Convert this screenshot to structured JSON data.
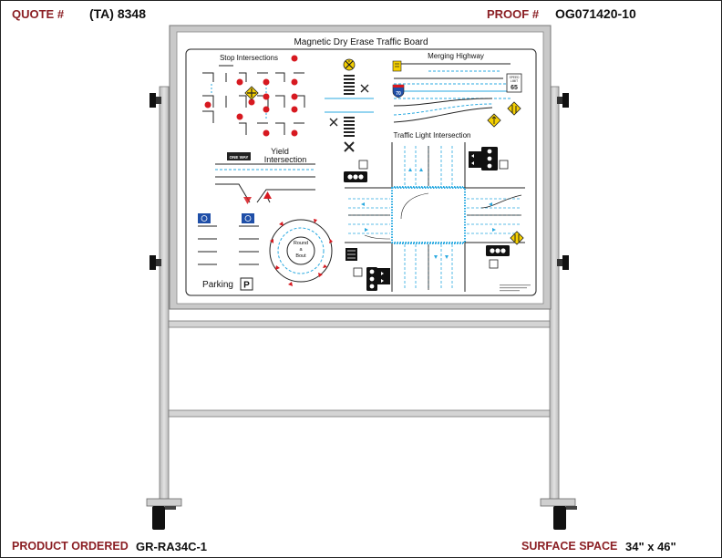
{
  "header": {
    "quote_label": "QUOTE #",
    "quote_value": "(TA) 8348",
    "proof_label": "PROOF #",
    "proof_value": "OG071420-10"
  },
  "footer": {
    "product_label": "PRODUCT ORDERED",
    "product_value": "GR-RA34C-1",
    "surface_label": "SURFACE SPACE",
    "surface_value": "34\" x 46\""
  },
  "board": {
    "title": "Magnetic Dry Erase Traffic Board",
    "sections": {
      "stop": "Stop Intersections",
      "merging": "Merging Highway",
      "yield_line1": "Yield",
      "yield_line2": "Intersection",
      "traffic_light": "Traffic Light Intersection",
      "parking": "Parking",
      "parking_sign": "P",
      "roundabout_line1": "Round",
      "roundabout_line2": "a",
      "roundabout_line3": "Bout",
      "one_way": "ONE WAY",
      "speed_limit_top": "SPEED",
      "speed_limit_mid": "LIMIT",
      "speed_limit_value": "65",
      "interstate": "70"
    }
  },
  "colors": {
    "label_red": "#8b1f24",
    "frame_gray": "#c8c8c8",
    "lane_blue": "#29a9e0",
    "sign_yellow": "#f5d000"
  }
}
